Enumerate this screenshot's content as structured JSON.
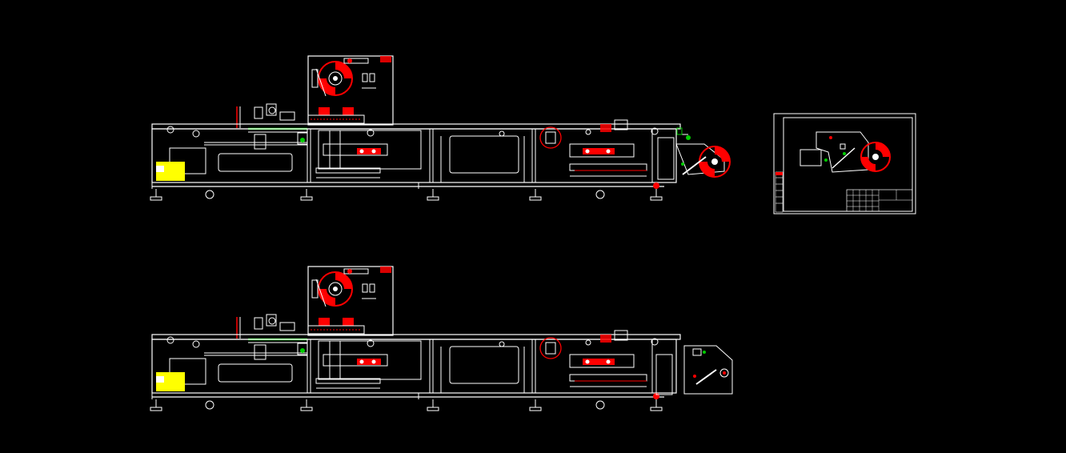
{
  "drawing": {
    "background": "#000000",
    "line_color": "#ffffff",
    "accent_red": "#ff0000",
    "accent_yellow": "#ffff00",
    "accent_green": "#00cc00",
    "views": [
      {
        "id": "elevation-top",
        "description_visible": false
      },
      {
        "id": "elevation-bottom",
        "description_visible": false
      },
      {
        "id": "detail-sheet",
        "description_visible": false
      }
    ]
  },
  "title_block": {
    "rows": 4,
    "cols": 6
  }
}
